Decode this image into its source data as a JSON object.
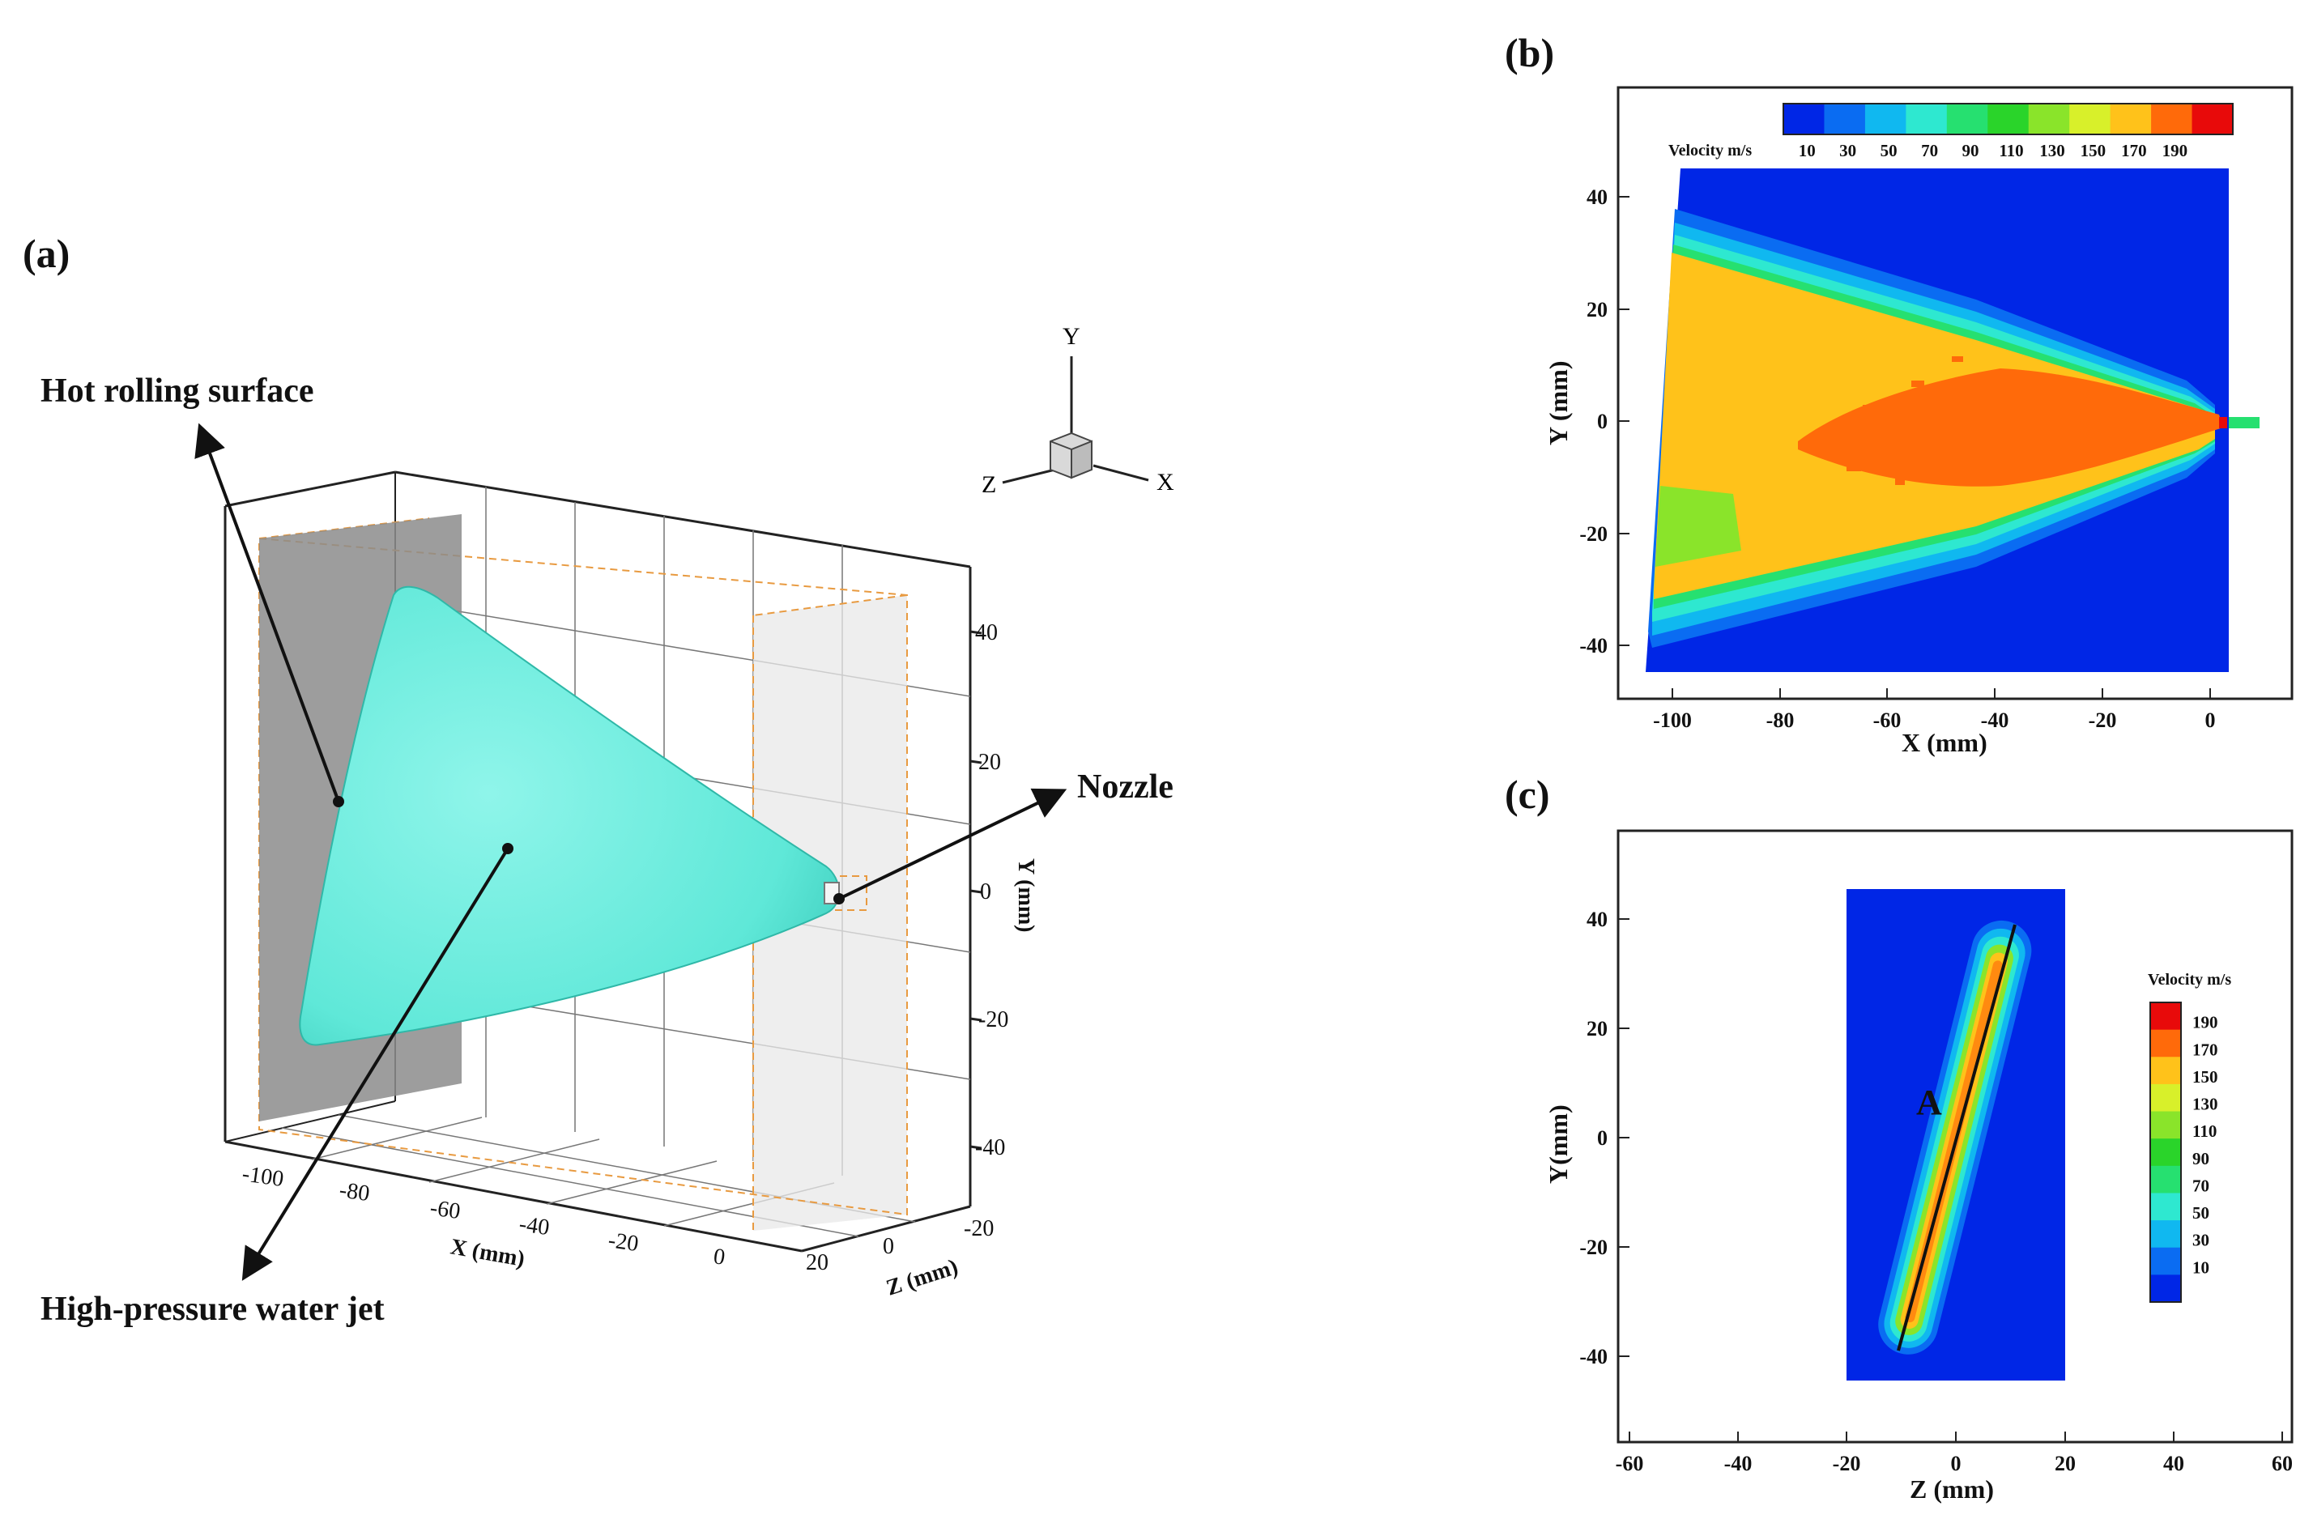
{
  "panel_a": {
    "tag": "(a)",
    "label_surface": "Hot rolling surface",
    "label_nozzle": "Nozzle",
    "label_jet": "High-pressure water jet",
    "triad": {
      "y": "Y",
      "z": "Z",
      "x": "X"
    },
    "x_axis": {
      "title": "X (mm)",
      "ticks": [
        "-100",
        "-80",
        "-60",
        "-40",
        "-20",
        "0"
      ]
    },
    "y_axis": {
      "title": "Y (mm)",
      "ticks": [
        "40",
        "20",
        "0",
        "-20",
        "-40"
      ]
    },
    "z_axis": {
      "title": "Z (mm)",
      "ticks": [
        "-20",
        "0",
        "20"
      ]
    }
  },
  "panel_b": {
    "tag": "(b)",
    "colorbar_title": "Velocity m/s",
    "colorbar_ticks": [
      "10",
      "30",
      "50",
      "70",
      "90",
      "110",
      "130",
      "150",
      "170",
      "190"
    ],
    "x_title": "X (mm)",
    "y_title": "Y (mm)",
    "x_ticks": [
      "-100",
      "-80",
      "-60",
      "-40",
      "-20",
      "0"
    ],
    "y_ticks": [
      "40",
      "20",
      "0",
      "-20",
      "-40"
    ]
  },
  "panel_c": {
    "tag": "(c)",
    "line_label": "A",
    "legend_title": "Velocity m/s",
    "legend_ticks": [
      "190",
      "170",
      "150",
      "130",
      "110",
      "90",
      "70",
      "50",
      "30",
      "10"
    ],
    "x_title": "Z (mm)",
    "y_title": "Y(mm)",
    "x_ticks": [
      "-60",
      "-40",
      "-20",
      "0",
      "20",
      "40",
      "60"
    ],
    "y_ticks": [
      "40",
      "20",
      "0",
      "-20",
      "-40"
    ]
  },
  "colors": {
    "jet": "#5fe8d8",
    "background_field": "#0a2ee8",
    "contour_levels": [
      "#0026e6",
      "#0a6cf2",
      "#10b8f0",
      "#2ee8d0",
      "#26e070",
      "#2ad42a",
      "#8ae42a",
      "#d8f02a",
      "#ffc21a",
      "#ff6a0a",
      "#e80a0a"
    ]
  }
}
